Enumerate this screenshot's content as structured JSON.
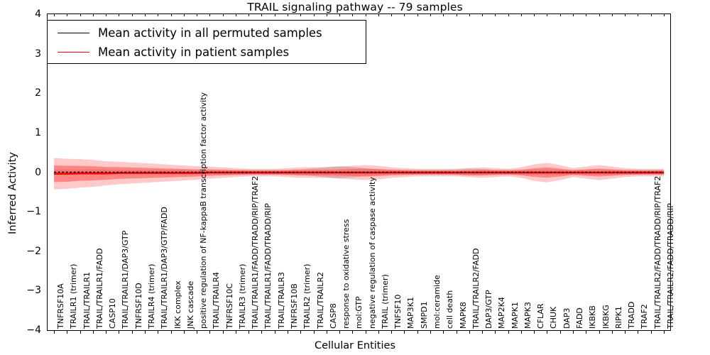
{
  "chart_data": {
    "type": "line",
    "title": "TRAIL signaling pathway -- 79 samples",
    "xlabel": "Cellular Entities",
    "ylabel": "Inferred Activity",
    "ylim": [
      -4,
      4
    ],
    "yticks": [
      -4,
      -3,
      -2,
      -1,
      0,
      1,
      2,
      3,
      4
    ],
    "ytick_labels": [
      "−4",
      "−3",
      "−2",
      "−1",
      "0",
      "1",
      "2",
      "3",
      "4"
    ],
    "grid": false,
    "legend_position": "upper left",
    "legend": [
      {
        "label": "Mean activity in all permuted samples",
        "color": "#000000"
      },
      {
        "label": "Mean activity in patient samples",
        "color": "#ff0000"
      }
    ],
    "categories": [
      "TNFRSF10A",
      "TRAILR1 (trimer)",
      "TRAIL/TRAILR1",
      "TRAIL/TRAILR1/FADD",
      "CASP10",
      "TRAIL/TRAILR1/DAP3/GTP",
      "TNFRSF10D",
      "TRAILR4 (trimer)",
      "TRAIL/TRAILR1/DAP3/GTP/FADD",
      "IKK complex",
      "JNK cascade",
      "positive regulation of NF-kappaB transcription factor activity",
      "TRAIL/TRAILR4",
      "TNFRSF10C",
      "TRAILR3 (trimer)",
      "TRAIL/TRAILR1/FADD/TRADD/RIP/TRAF2",
      "TRAIL/TRAILR1/FADD/TRADD/RIP",
      "TRAIL/TRAILR3",
      "TNFRSF10B",
      "TRAILR2 (trimer)",
      "TRAIL/TRAILR2",
      "CASP8",
      "response to oxidative stress",
      "mol:GTP",
      "negative regulation of caspase activity",
      "TRAIL (trimer)",
      "TNFSF10",
      "MAP3K1",
      "SMPD1",
      "mol:ceramide",
      "cell death",
      "MAPK8",
      "TRAIL/TRAILR2/FADD",
      "DAP3/GTP",
      "MAP2K4",
      "MAPK1",
      "MAPK3",
      "CFLAR",
      "CHUK",
      "DAP3",
      "FADD",
      "IKBKB",
      "IKBKG",
      "RIPK1",
      "TRADD",
      "TRAF2",
      "TRAIL/TRAILR2/FADD/TRADD/RIP/TRAF2",
      "TRAIL/TRAILR2/FADD/TRADD/RIP"
    ],
    "series": [
      {
        "name": "Mean activity in all permuted samples",
        "color": "#000000",
        "style": "dotted",
        "values": [
          0.0,
          0.0,
          0.0,
          0.0,
          0.0,
          0.0,
          0.0,
          0.0,
          0.0,
          0.0,
          0.0,
          0.0,
          0.0,
          0.0,
          0.0,
          0.0,
          0.0,
          0.0,
          0.0,
          0.0,
          0.0,
          0.0,
          0.0,
          0.0,
          0.0,
          0.0,
          0.0,
          0.0,
          0.0,
          0.0,
          0.0,
          0.0,
          0.0,
          0.0,
          0.0,
          0.0,
          0.0,
          0.0,
          0.0,
          0.0,
          0.0,
          0.0,
          0.0,
          0.0,
          0.0,
          0.0,
          0.0,
          0.0
        ],
        "band": [
          0.07,
          0.07,
          0.07,
          0.07,
          0.07,
          0.06,
          0.06,
          0.06,
          0.06,
          0.06,
          0.06,
          0.06,
          0.06,
          0.06,
          0.06,
          0.06,
          0.06,
          0.06,
          0.06,
          0.07,
          0.1,
          0.13,
          0.15,
          0.13,
          0.1,
          0.07,
          0.06,
          0.06,
          0.06,
          0.06,
          0.06,
          0.07,
          0.09,
          0.08,
          0.06,
          0.06,
          0.06,
          0.06,
          0.06,
          0.06,
          0.06,
          0.06,
          0.06,
          0.06,
          0.06,
          0.06,
          0.06,
          0.06
        ],
        "band_color": "#b0b0b0"
      },
      {
        "name": "Mean activity in patient samples",
        "color": "#ff0000",
        "style": "solid",
        "values": [
          -0.04,
          -0.04,
          -0.03,
          -0.03,
          -0.03,
          -0.02,
          -0.02,
          -0.02,
          -0.02,
          -0.02,
          -0.02,
          -0.02,
          -0.01,
          -0.01,
          -0.01,
          -0.01,
          -0.01,
          -0.01,
          -0.01,
          -0.01,
          -0.01,
          -0.01,
          -0.01,
          -0.01,
          -0.01,
          -0.01,
          -0.01,
          -0.01,
          -0.01,
          -0.01,
          -0.01,
          -0.01,
          -0.01,
          -0.01,
          -0.01,
          -0.01,
          -0.01,
          -0.01,
          -0.01,
          -0.01,
          -0.01,
          -0.01,
          -0.01,
          -0.01,
          -0.01,
          -0.01,
          -0.01,
          -0.01
        ],
        "band": [
          0.21,
          0.2,
          0.19,
          0.18,
          0.16,
          0.15,
          0.14,
          0.13,
          0.12,
          0.11,
          0.1,
          0.09,
          0.08,
          0.07,
          0.06,
          0.05,
          0.05,
          0.05,
          0.06,
          0.07,
          0.07,
          0.07,
          0.08,
          0.09,
          0.1,
          0.09,
          0.07,
          0.06,
          0.05,
          0.05,
          0.05,
          0.05,
          0.06,
          0.07,
          0.06,
          0.05,
          0.07,
          0.11,
          0.13,
          0.1,
          0.06,
          0.08,
          0.1,
          0.08,
          0.06,
          0.05,
          0.05,
          0.05
        ],
        "band_color": "#ff4d4d"
      }
    ]
  }
}
